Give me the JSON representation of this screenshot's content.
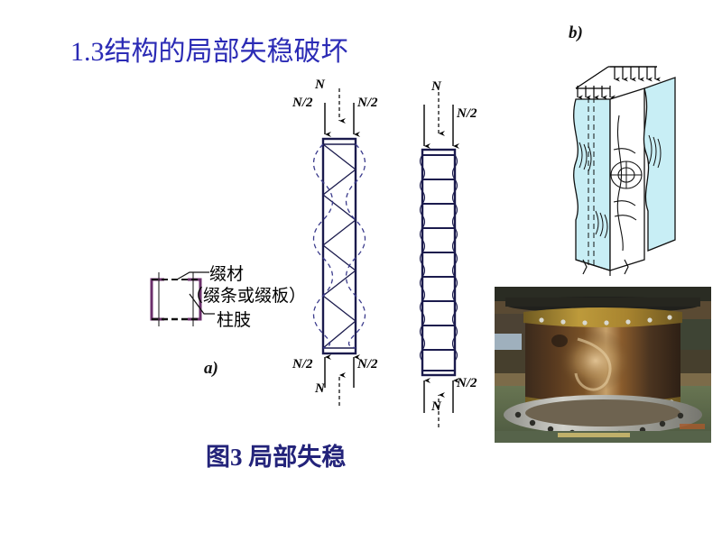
{
  "slide": {
    "title": "1.3结构的局部失稳破坏",
    "caption": "图3  局部失稳",
    "background_color": "#ffffff",
    "title_color": "#2b2bb5",
    "caption_color": "#23237a"
  },
  "part_labels": {
    "a": "a)",
    "b": "b)"
  },
  "cross_section": {
    "lacing_label": "缀材",
    "lacing_sub_label": "（缀条或缀板）",
    "limb_label": "柱肢",
    "limb_color": "#6b2f6b",
    "lacing_color": "#111111"
  },
  "laced_column": {
    "top_center_load": "N",
    "top_left_load": "N/2",
    "top_right_load": "N/2",
    "bottom_left_load": "N/2",
    "bottom_right_load": "N/2",
    "bottom_center_load": "N",
    "outline_color": "#1b1b4d",
    "buckle_curve_color": "#3b3b8c"
  },
  "battened_column": {
    "top_center_load": "N",
    "top_right_load": "N/2",
    "bottom_right_load": "N/2",
    "bottom_center_load": "N",
    "outline_color": "#1b1b4d",
    "batten_count": 9
  },
  "ibeam_figure": {
    "flange_fill": "#c8eef5",
    "line_color": "#111111",
    "load_arrow_count": 9
  },
  "photo": {
    "description_colors": {
      "shell_dark": "#3a2a1c",
      "shell_mid": "#6b4b2e",
      "shell_highlight": "#c9a26b",
      "flange_brass": "#a8842f",
      "flange_steel": "#b9b9b3",
      "floor_green": "#5c6b4a",
      "bench_wood": "#8a7550"
    },
    "border_color": "#000000"
  }
}
